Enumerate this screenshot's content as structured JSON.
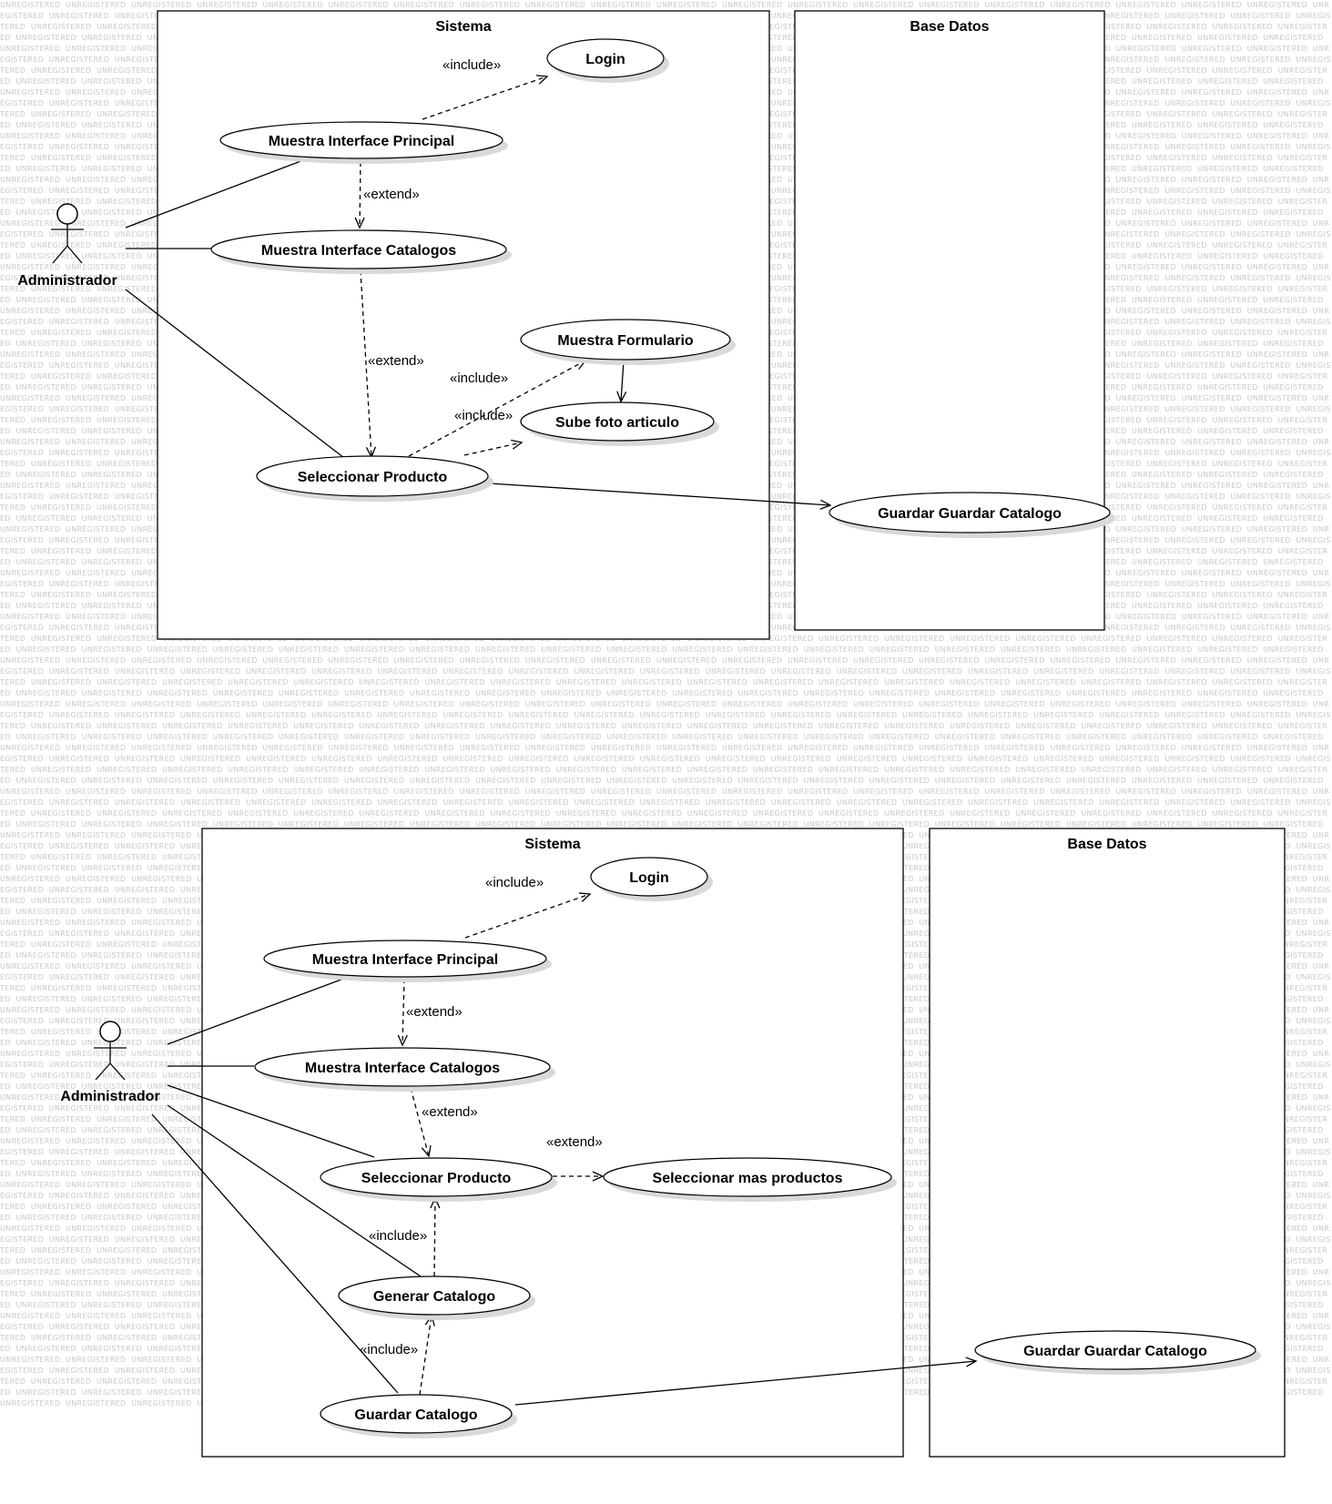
{
  "watermark_text": "UNREGISTERED",
  "top_diagram": {
    "system_boundary": "Sistema",
    "database_boundary": "Base Datos",
    "actor": "Administrador",
    "use_cases": {
      "login": "Login",
      "main_interface": "Muestra Interface Principal",
      "catalog_interface": "Muestra Interface Catalogos",
      "show_form": "Muestra Formulario",
      "upload_photo": "Sube foto articulo",
      "select_product": "Seleccionar Producto",
      "save_catalog_db": "Guardar Guardar Catalogo"
    },
    "stereotypes": {
      "include_login": "«include»",
      "extend_catalogs": "«extend»",
      "extend_select": "«extend»",
      "include_form": "«include»",
      "include_photo": "«include»"
    }
  },
  "bottom_diagram": {
    "system_boundary": "Sistema",
    "database_boundary": "Base Datos",
    "actor": "Administrador",
    "use_cases": {
      "login": "Login",
      "main_interface": "Muestra Interface Principal",
      "catalog_interface": "Muestra Interface Catalogos",
      "select_product": "Seleccionar Producto",
      "select_more": "Seleccionar mas productos",
      "generate_catalog": "Generar Catalogo",
      "save_catalog": "Guardar Catalogo",
      "save_catalog_db": "Guardar Guardar Catalogo"
    },
    "stereotypes": {
      "include_login": "«include»",
      "extend_catalogs": "«extend»",
      "extend_select": "«extend»",
      "extend_more": "«extend»",
      "include_generate": "«include»",
      "include_save": "«include»"
    }
  }
}
